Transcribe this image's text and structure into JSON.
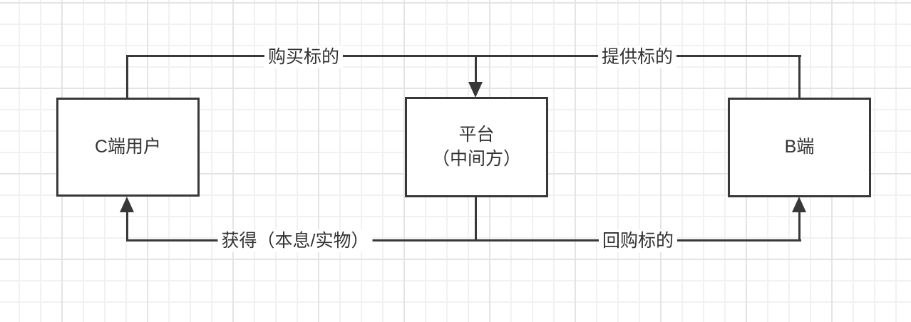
{
  "canvas": {
    "background_color": "#ffffff",
    "grid_minor_color": "#f1f1f1",
    "grid_major_color": "#e4e4e4",
    "stroke_color": "#383838",
    "text_color": "#333333"
  },
  "diagram": {
    "nodes": [
      {
        "id": "c-user",
        "label": "C端用户"
      },
      {
        "id": "platform",
        "label_line1": "平台",
        "label_line2": "（中间方）"
      },
      {
        "id": "b-side",
        "label": "B端"
      }
    ],
    "edges": [
      {
        "id": "buy",
        "label": "购买标的",
        "from": "c-user",
        "to": "platform",
        "direction": "down-into-platform-top"
      },
      {
        "id": "provide",
        "label": "提供标的",
        "from": "b-side",
        "to": "platform",
        "direction": "down-into-platform-top"
      },
      {
        "id": "obtain",
        "label": "获得（本息/实物）",
        "from": "platform",
        "to": "c-user",
        "direction": "up-into-c-user-bottom"
      },
      {
        "id": "buyback",
        "label": "回购标的",
        "from": "platform",
        "to": "b-side",
        "direction": "up-into-b-side-bottom"
      }
    ]
  }
}
